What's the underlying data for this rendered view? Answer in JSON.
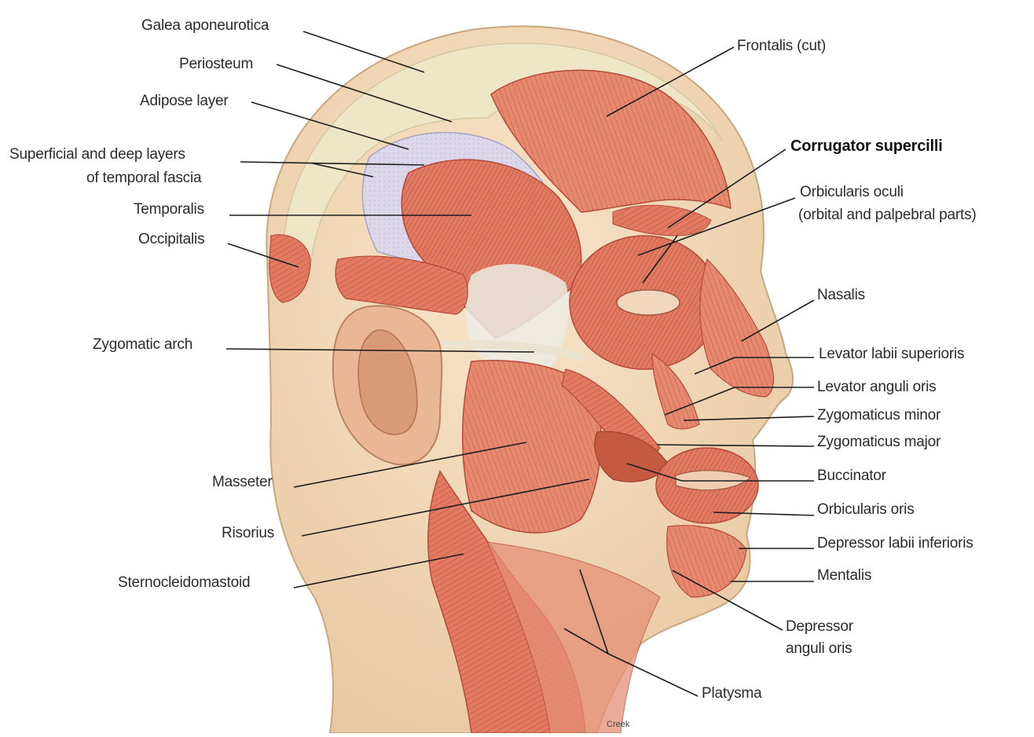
{
  "diagram": {
    "labels_left": [
      {
        "id": "galea",
        "text": "Galea aponeurotica"
      },
      {
        "id": "periosteum",
        "text": "Periosteum"
      },
      {
        "id": "adipose",
        "text": "Adipose layer"
      },
      {
        "id": "temporal_fascia_1",
        "text": "Superficial and deep layers"
      },
      {
        "id": "temporal_fascia_2",
        "text": "of temporal fascia"
      },
      {
        "id": "temporalis",
        "text": "Temporalis"
      },
      {
        "id": "occipitalis",
        "text": "Occipitalis"
      },
      {
        "id": "zygomatic_arch",
        "text": "Zygomatic arch"
      },
      {
        "id": "masseter",
        "text": "Masseter"
      },
      {
        "id": "risorius",
        "text": "Risorius"
      },
      {
        "id": "sternocleidomastoid",
        "text": "Sternocleidomastoid"
      }
    ],
    "labels_right": [
      {
        "id": "frontalis",
        "text": "Frontalis (cut)"
      },
      {
        "id": "corrugator",
        "text": "Corrugator supercilli"
      },
      {
        "id": "orbicularis_oculi_1",
        "text": "Orbicularis oculi"
      },
      {
        "id": "orbicularis_oculi_2",
        "text": "(orbital and palpebral parts)"
      },
      {
        "id": "nasalis",
        "text": "Nasalis"
      },
      {
        "id": "levator_labii",
        "text": "Levator labii superioris"
      },
      {
        "id": "levator_anguli",
        "text": "Levator anguli oris"
      },
      {
        "id": "zygomaticus_minor",
        "text": "Zygomaticus minor"
      },
      {
        "id": "zygomaticus_major",
        "text": "Zygomaticus major"
      },
      {
        "id": "buccinator",
        "text": "Buccinator"
      },
      {
        "id": "orbicularis_oris",
        "text": "Orbicularis oris"
      },
      {
        "id": "depressor_labii",
        "text": "Depressor labii inferioris"
      },
      {
        "id": "mentalis",
        "text": "Mentalis"
      },
      {
        "id": "depressor_anguli_1",
        "text": "Depressor"
      },
      {
        "id": "depressor_anguli_2",
        "text": "anguli oris"
      },
      {
        "id": "platysma",
        "text": "Platysma"
      }
    ],
    "signature": "Creek",
    "colors": {
      "skin": "#f3d9b8",
      "skull_cap": "#efe6c8",
      "muscle": "#e27b63",
      "muscle_dark": "#c9533e",
      "fascia": "#dcd7ea",
      "tendon": "#ecebe4",
      "leader": "#1e1e1e"
    }
  }
}
